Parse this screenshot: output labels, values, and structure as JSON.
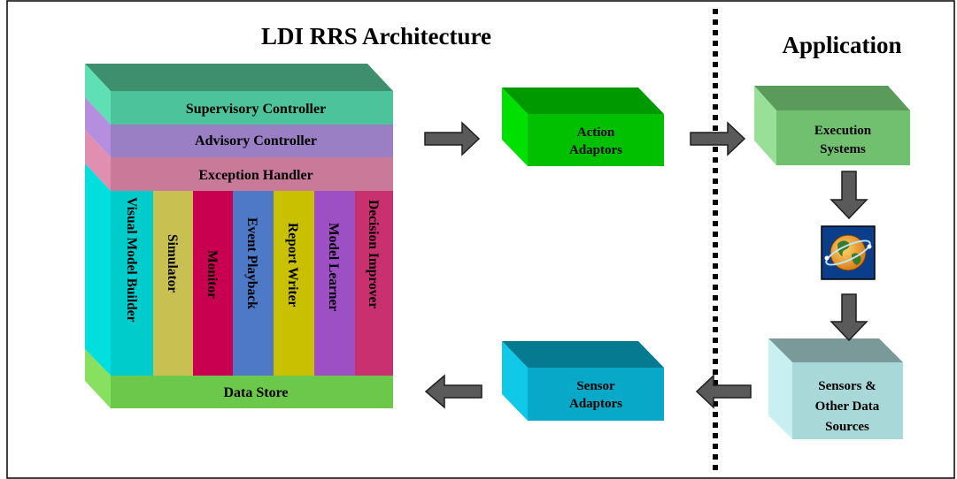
{
  "titles": {
    "left": "LDI RRS Architecture",
    "right": "Application"
  },
  "architecture": {
    "bands": [
      "Supervisory Controller",
      "Advisory Controller",
      "Exception Handler"
    ],
    "modules": [
      "Visual Model Builder",
      "Simulator",
      "Monitor",
      "Event Playback",
      "Report Writer",
      "Model Learner",
      "Decision Improver"
    ],
    "base": "Data Store"
  },
  "boxes": {
    "action_adaptors": [
      "Action",
      "Adaptors"
    ],
    "execution_systems": [
      "Execution",
      "Systems"
    ],
    "sensor_adaptors": [
      "Sensor",
      "Adaptors"
    ],
    "sensors_sources": [
      "Sensors &",
      "Other Data",
      "Sources"
    ]
  },
  "icons": {
    "network": "globe-network-icon"
  },
  "colors": {
    "supervisory": "#4cc39a",
    "advisory": "#9a7fc4",
    "exception": "#c97a98",
    "visual_model_builder": "#00cccc",
    "simulator": "#c8c050",
    "monitor": "#c8004f",
    "event_playback": "#4e79c7",
    "report_writer": "#c8c000",
    "model_learner": "#9d4fc4",
    "decision_improver": "#c83070",
    "data_store": "#6cc84a",
    "action_adaptors": "#00c000",
    "execution_systems": "#70c070",
    "sensor_adaptors": "#08a8c8",
    "sensors_sources": "#a8d8d8",
    "arrow": "#5a5a5a"
  }
}
